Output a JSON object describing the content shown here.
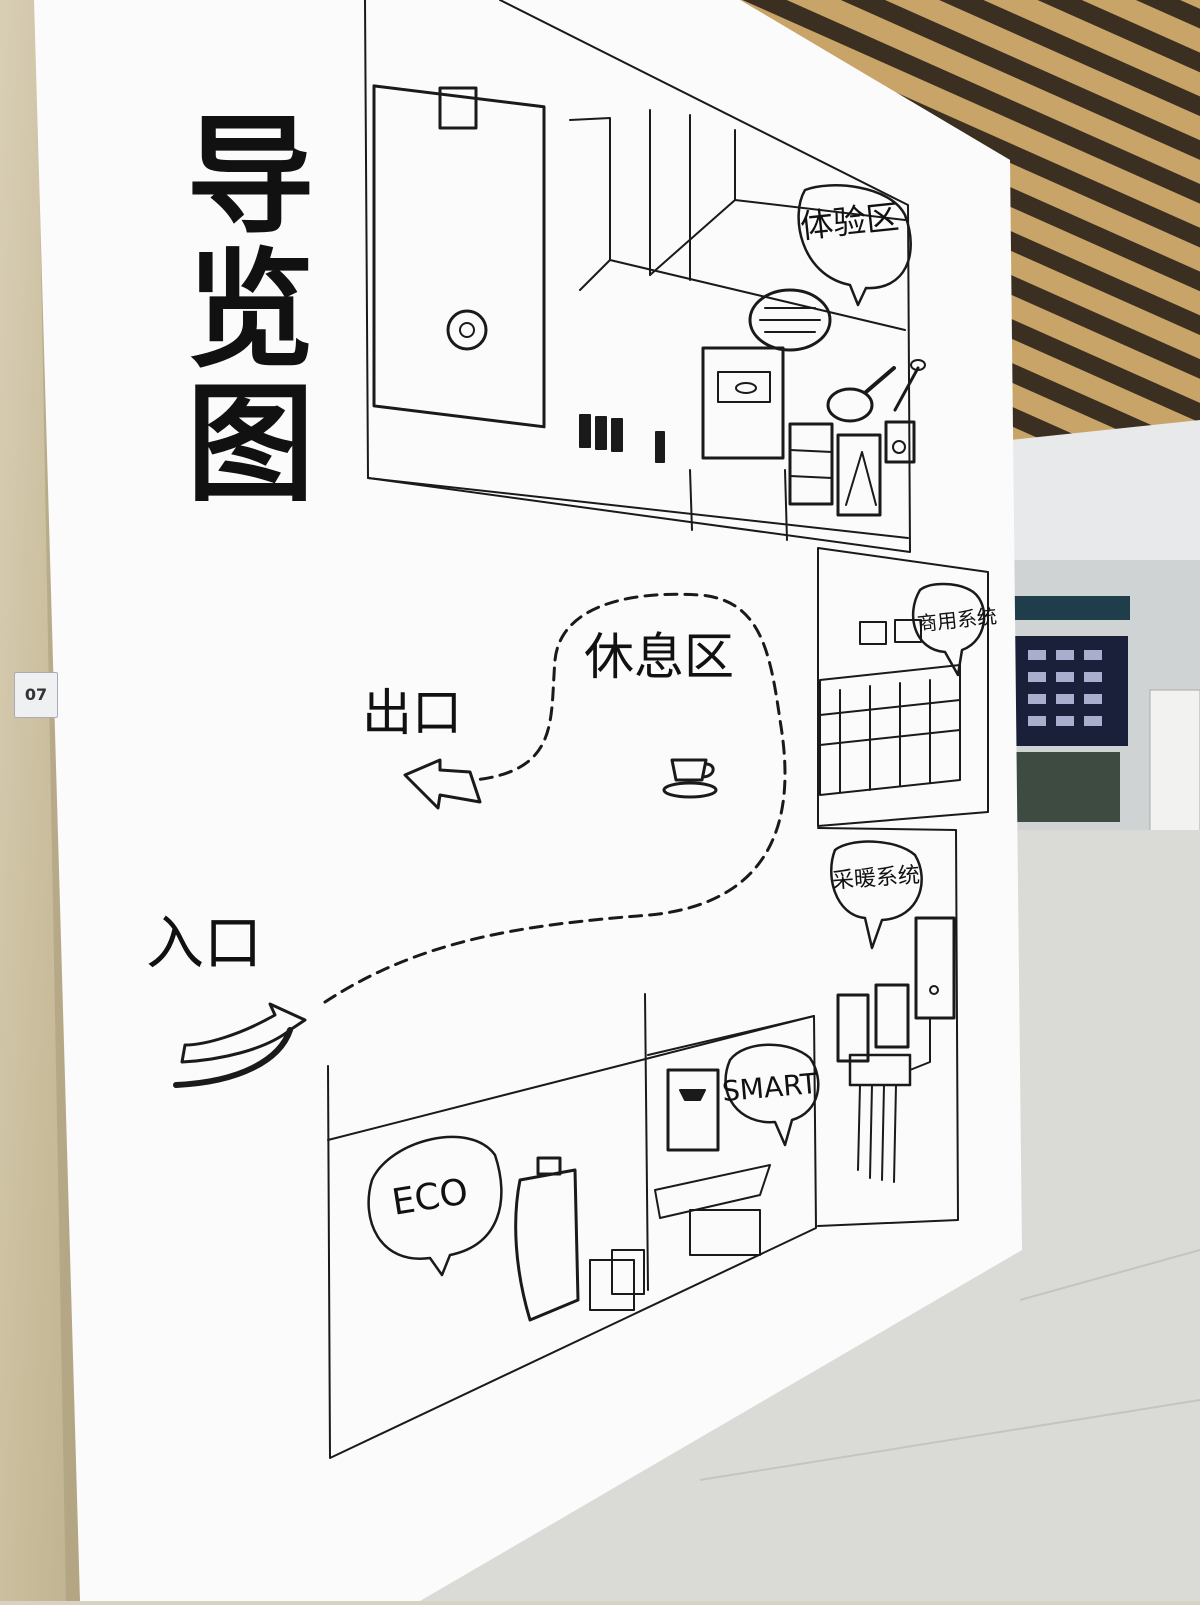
{
  "photo": {
    "title": "导览图",
    "plaque": "07",
    "zones": {
      "experience": "体验区",
      "rest": "休息区",
      "exit": "出口",
      "entry": "入口",
      "commercial": "商用系统",
      "heating": "采暖系统",
      "smart": "SMART",
      "eco": "ECO"
    }
  }
}
